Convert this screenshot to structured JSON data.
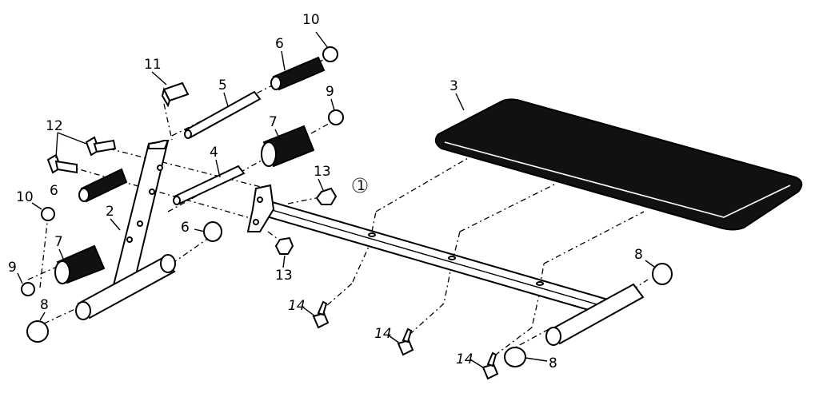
{
  "labels": {
    "p1": "1",
    "p2": "2",
    "p3": "3",
    "p4": "4",
    "p5": "5",
    "p6a": "6",
    "p6b": "6",
    "p6c": "6",
    "p7a": "7",
    "p7b": "7",
    "p8a": "8",
    "p8b": "8",
    "p8c": "8",
    "p9a": "9",
    "p9b": "9",
    "p10a": "10",
    "p10b": "10",
    "p11": "11",
    "p12": "12",
    "p13a": "13",
    "p13b": "13",
    "p14a": "14",
    "p14b": "14",
    "p14c": "14"
  },
  "colors": {
    "line": "#000000",
    "pad": "#111111",
    "background": "#ffffff"
  }
}
